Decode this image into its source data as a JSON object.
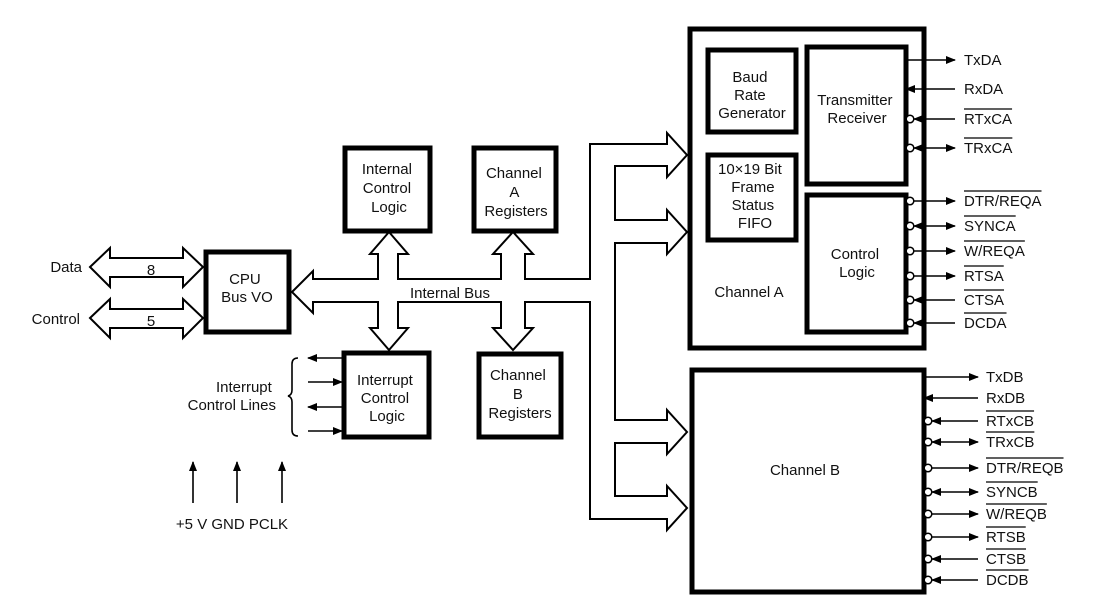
{
  "diagram": {
    "type": "block-diagram",
    "blocks": {
      "cpu_bus": [
        "CPU",
        "Bus VO"
      ],
      "internal_control": [
        "Internal",
        "Control",
        "Logic"
      ],
      "chan_a_regs": [
        "Channel",
        "A",
        "Registers"
      ],
      "interrupt_logic": [
        "Interrupt",
        "Control",
        "Logic"
      ],
      "chan_b_regs": [
        "Channel",
        "B",
        "Registers"
      ],
      "baud": [
        "Baud",
        "Rate",
        "Generator"
      ],
      "fifo": [
        "10×19 Bit",
        "Frame",
        "Status",
        "FIFO"
      ],
      "txrx": [
        "Transmitter",
        "Receiver"
      ],
      "ctrl_logic": [
        "Control",
        "Logic"
      ],
      "channel_a": "Channel A",
      "channel_b": "Channel B"
    },
    "buses": {
      "data_label": "Data",
      "data_width": "8",
      "control_label": "Control",
      "control_width": "5",
      "internal_bus": "Internal Bus"
    },
    "interrupt_lines_label": [
      "Interrupt",
      "Control Lines"
    ],
    "power": "+5 V GND PCLK",
    "channel_a_pins": [
      {
        "name": "TxDA",
        "dir": "out",
        "inverted": false
      },
      {
        "name": "RxDA",
        "dir": "in",
        "inverted": false
      },
      {
        "name": "RTxCA",
        "dir": "in",
        "inverted": true
      },
      {
        "name": "TRxCA",
        "dir": "bi",
        "inverted": true
      },
      {
        "name": "DTR/REQA",
        "dir": "out",
        "inverted": true
      },
      {
        "name": "SYNCA",
        "dir": "bi",
        "inverted": true
      },
      {
        "name": "W/REQA",
        "dir": "out",
        "inverted": true
      },
      {
        "name": "RTSA",
        "dir": "out",
        "inverted": true
      },
      {
        "name": "CTSA",
        "dir": "in",
        "inverted": true
      },
      {
        "name": "DCDA",
        "dir": "in",
        "inverted": true
      }
    ],
    "channel_b_pins": [
      {
        "name": "TxDB",
        "dir": "out",
        "inverted": false
      },
      {
        "name": "RxDB",
        "dir": "in",
        "inverted": false
      },
      {
        "name": "RTxCB",
        "dir": "in",
        "inverted": true
      },
      {
        "name": "TRxCB",
        "dir": "bi",
        "inverted": true
      },
      {
        "name": "DTR/REQB",
        "dir": "out",
        "inverted": true
      },
      {
        "name": "SYNCB",
        "dir": "bi",
        "inverted": true
      },
      {
        "name": "W/REQB",
        "dir": "out",
        "inverted": true
      },
      {
        "name": "RTSB",
        "dir": "out",
        "inverted": true
      },
      {
        "name": "CTSB",
        "dir": "in",
        "inverted": true
      },
      {
        "name": "DCDB",
        "dir": "in",
        "inverted": true
      }
    ]
  }
}
